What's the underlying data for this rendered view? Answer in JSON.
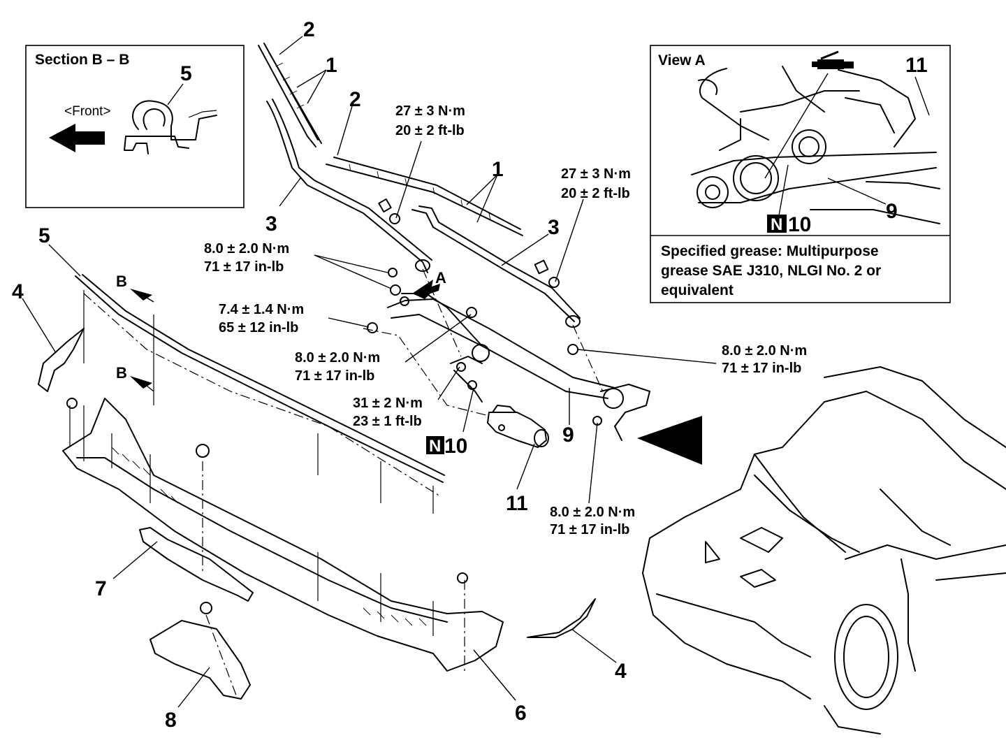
{
  "section_bb": {
    "title": "Section B – B",
    "front_label": "<Front>",
    "part_no": "5"
  },
  "view_a": {
    "title": "View A",
    "part_11": "11",
    "part_9": "9",
    "n_badge": "N",
    "part_10": "10",
    "note": [
      "Specified grease: Multipurpose",
      "grease SAE J310, NLGI No. 2 or",
      "equivalent"
    ]
  },
  "callouts": {
    "c1a": "1",
    "c1b": "1",
    "c2a": "2",
    "c2b": "2",
    "c3a": "3",
    "c3b": "3",
    "c4a": "4",
    "c4b": "4",
    "c5": "5",
    "c6": "6",
    "c7": "7",
    "c8": "8",
    "c9": "9",
    "c10": "10",
    "c11": "11",
    "view_a_arrow": "A",
    "b_upper": "B",
    "b_lower": "B",
    "n_badge": "N"
  },
  "torques": {
    "t1": [
      "27 ± 3 N·m",
      "20 ± 2 ft-lb"
    ],
    "t2": [
      "27 ± 3 N·m",
      "20 ± 2 ft-lb"
    ],
    "t3": [
      "8.0 ± 2.0 N·m",
      "71 ± 17 in-lb"
    ],
    "t4": [
      "7.4 ± 1.4 N·m",
      "65 ± 12 in-lb"
    ],
    "t5": [
      "8.0 ± 2.0 N·m",
      "71 ± 17 in-lb"
    ],
    "t6": [
      "31 ± 2 N·m",
      "23 ± 1 ft-lb"
    ],
    "t7": [
      "8.0 ± 2.0 N·m",
      "71 ± 17 in-lb"
    ],
    "t8": [
      "8.0 ± 2.0 N·m",
      "71 ± 17 in-lb"
    ]
  }
}
